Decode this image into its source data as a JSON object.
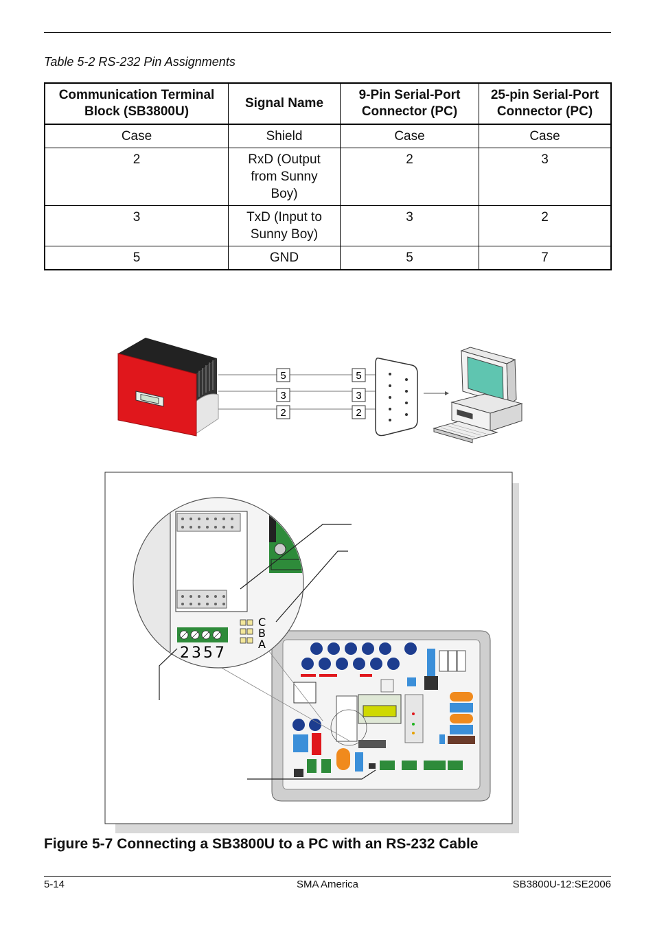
{
  "table": {
    "caption": "Table 5-2  RS-232 Pin Assignments",
    "headers": [
      "Communication Terminal Block (SB3800U)",
      "Signal Name",
      "9-Pin Serial-Port Connector (PC)",
      "25-pin Serial-Port Connector (PC)"
    ],
    "rows": [
      [
        "Case",
        "Shield",
        "Case",
        "Case"
      ],
      [
        "2",
        "RxD (Output from Sunny Boy)",
        "2",
        "3"
      ],
      [
        "3",
        "TxD (Input to Sunny Boy)",
        "3",
        "2"
      ],
      [
        "5",
        "GND",
        "5",
        "7"
      ]
    ]
  },
  "diagram": {
    "wire_labels_left": [
      "5",
      "3",
      "2"
    ],
    "wire_labels_right": [
      "5",
      "3",
      "2"
    ],
    "terminal_numbers": "2357",
    "jumper_labels": [
      "C",
      "B",
      "A"
    ]
  },
  "figure": {
    "caption": "Figure 5-7  Connecting a SB3800U to a PC with an RS-232 Cable"
  },
  "footer": {
    "page": "5-14",
    "company": "SMA America",
    "doc_id": "SB3800U-12:SE2006"
  }
}
